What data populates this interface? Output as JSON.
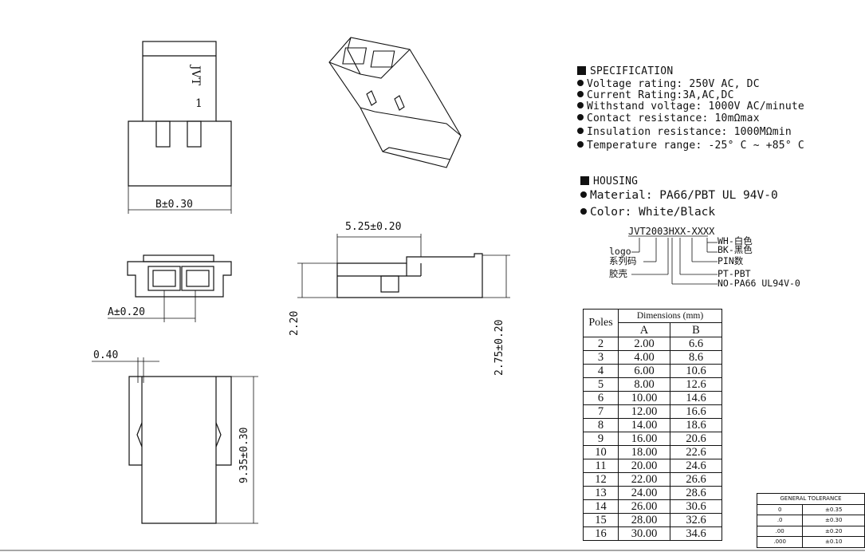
{
  "specification": {
    "heading": "SPECIFICATION",
    "items": [
      "Voltage rating: 250V AC, DC",
      "Current Rating:3A,AC,DC",
      "Withstand voltage: 1000V AC/minute",
      "Contact resistance: 10mΩmax",
      "Insulation resistance: 1000MΩmin",
      "Temperature range: -25° C ~ +85° C"
    ]
  },
  "housing": {
    "heading": "HOUSING",
    "material": "Material: PA66/PBT UL 94V-0",
    "color": "Color: White/Black"
  },
  "part_code": {
    "code_base": "JVT2003HXX-",
    "code_suffix": "XXXX",
    "label_logo": "logo",
    "label_series": "系列码",
    "label_housing": "胶壳",
    "label_wh": "WH-白色",
    "label_bk": "BK-黑色",
    "label_pin": "PIN数",
    "label_pt": "PT-PBT",
    "label_no": "NO-PA66 UL94V-0"
  },
  "drawing_labels": {
    "brand_mark": "JVT",
    "pin_one": "1",
    "dim_b": "B±0.30",
    "dim_a": "A±0.20",
    "dim_040": "0.40",
    "dim_935": "9.35±0.30",
    "dim_525": "5.25±0.20",
    "dim_220": "2.20",
    "dim_275": "2.75±0.20"
  },
  "dimensions_table": {
    "poles_header": "Poles",
    "dimensions_header": "Dimensions (mm)",
    "col_a": "A",
    "col_b": "B",
    "rows": [
      [
        "2",
        "2.00",
        "6.6"
      ],
      [
        "3",
        "4.00",
        "8.6"
      ],
      [
        "4",
        "6.00",
        "10.6"
      ],
      [
        "5",
        "8.00",
        "12.6"
      ],
      [
        "6",
        "10.00",
        "14.6"
      ],
      [
        "7",
        "12.00",
        "16.6"
      ],
      [
        "8",
        "14.00",
        "18.6"
      ],
      [
        "9",
        "16.00",
        "20.6"
      ],
      [
        "10",
        "18.00",
        "22.6"
      ],
      [
        "11",
        "20.00",
        "24.6"
      ],
      [
        "12",
        "22.00",
        "26.6"
      ],
      [
        "13",
        "24.00",
        "28.6"
      ],
      [
        "14",
        "26.00",
        "30.6"
      ],
      [
        "15",
        "28.00",
        "32.6"
      ],
      [
        "16",
        "30.00",
        "34.6"
      ]
    ]
  },
  "tolerance": {
    "title": "GENERAL TOLERANCE",
    "rows": [
      [
        "0",
        "±0.35"
      ],
      [
        ".0",
        "±0.30"
      ],
      [
        ".00",
        "±0.20"
      ],
      [
        ".000",
        "±0.10"
      ]
    ]
  }
}
